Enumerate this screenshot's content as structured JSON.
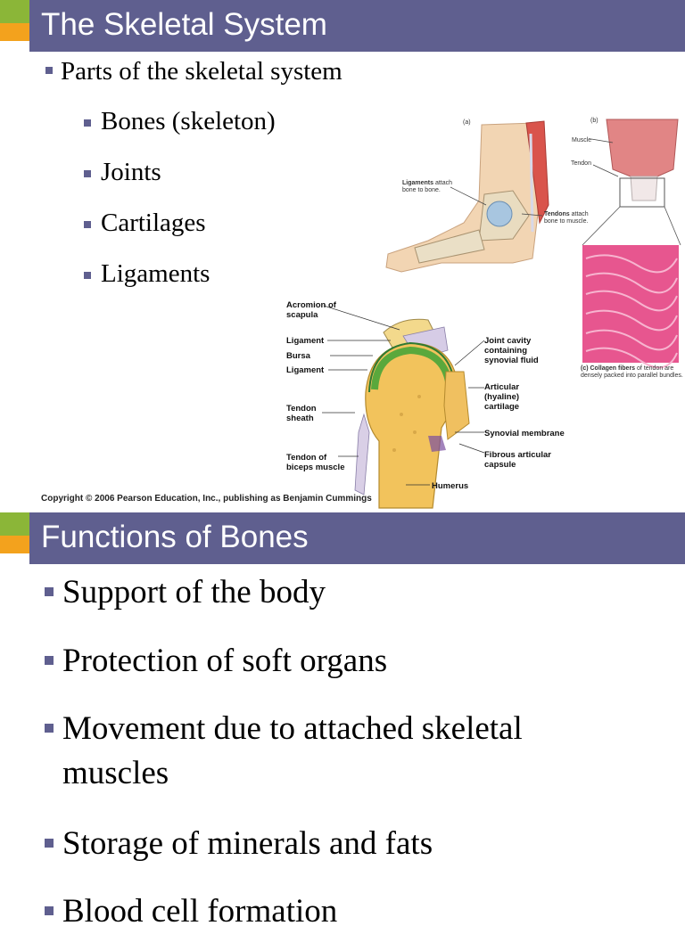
{
  "slide1": {
    "title": "The Skeletal System",
    "bullet": "Parts of the skeletal system",
    "sub_bullets": [
      "Bones (skeleton)",
      "Joints",
      "Cartilages",
      "Ligaments"
    ],
    "copyright": "Copyright © 2006 Pearson Education, Inc., publishing as Benjamin Cummings",
    "figure": {
      "panel_a": "(a)",
      "panel_b": "(b)",
      "ligaments_bold": "Ligaments",
      "ligaments_rest": "attach",
      "ligaments_line2": "bone to bone.",
      "tendons_bold": "Tendons",
      "tendons_rest": "attach",
      "tendons_line2": "bone to muscle.",
      "muscle": "Muscle",
      "tendon": "Tendon",
      "collagen_bold": "(c) Collagen fibers",
      "collagen_rest": "of tendon are",
      "collagen_line2": "densely packed into parallel bundles.",
      "acromion_1": "Acromion of",
      "acromion_2": "scapula",
      "ligament_upper": "Ligament",
      "bursa": "Bursa",
      "ligament_lower": "Ligament",
      "tendon_sheath_1": "Tendon",
      "tendon_sheath_2": "sheath",
      "tendon_biceps_1": "Tendon of",
      "tendon_biceps_2": "biceps muscle",
      "joint_cavity_1": "Joint cavity",
      "joint_cavity_2": "containing",
      "joint_cavity_3": "synovial fluid",
      "articular_1": "Articular",
      "articular_2": "(hyaline)",
      "articular_3": "cartilage",
      "synovial_membrane": "Synovial membrane",
      "fibrous_1": "Fibrous articular",
      "fibrous_2": "capsule",
      "humerus": "Humerus"
    }
  },
  "slide2": {
    "title": "Functions of Bones",
    "bullets": [
      "Support of the body",
      "Protection of soft organs",
      "Movement due to attached skeletal",
      "muscles",
      "Storage of minerals and fats",
      "Blood cell formation"
    ]
  },
  "colors": {
    "title_bar": "#5f5f8f",
    "accent_green": "#8bb638",
    "accent_orange": "#f3a21d",
    "bullet": "#5f5f8f"
  }
}
